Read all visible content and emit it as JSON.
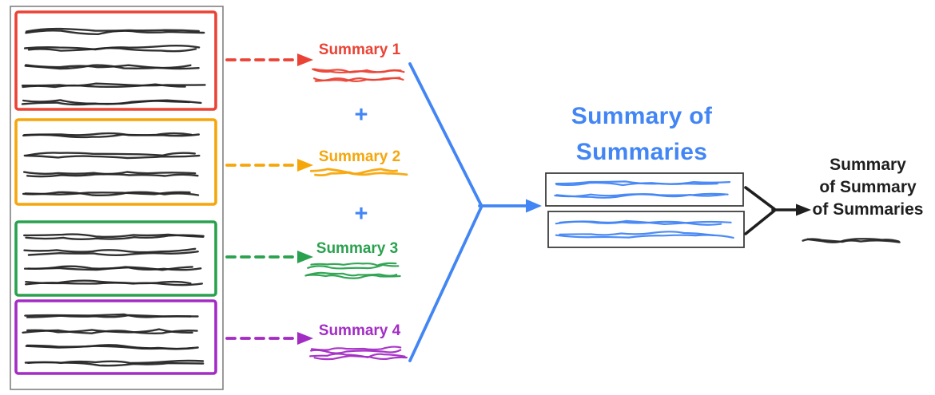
{
  "colors": {
    "red": "#ea4335",
    "orange": "#f5a60b",
    "green": "#2aa14e",
    "purple": "#a32cc4",
    "blue": "#4285f4",
    "ink": "#1f1f1f",
    "box_outline_gray": "#808080",
    "sos_box_outline": "#3c3c3c"
  },
  "summaries": [
    {
      "label": "Summary 1"
    },
    {
      "label": "Summary 2"
    },
    {
      "label": "Summary 3"
    },
    {
      "label": "Summary 4"
    }
  ],
  "plus_sign": "+",
  "summary_of_summaries": {
    "title_line1": "Summary of",
    "title_line2": "Summaries"
  },
  "final_summary": {
    "line1": "Summary",
    "line2": "of Summary",
    "line3": "of Summaries"
  }
}
